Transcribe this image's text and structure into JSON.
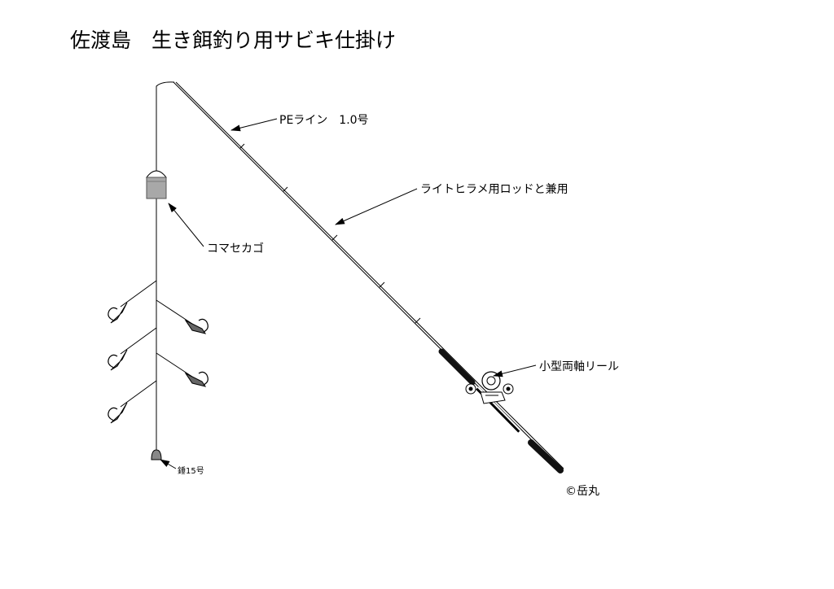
{
  "title": "佐渡島　生き餌釣り用サビキ仕掛け",
  "labels": {
    "pe_line": "PEライン　1.0号",
    "rod": "ライトヒラメ用ロッドと兼用",
    "komase_kago": "コマセカゴ",
    "reel": "小型両軸リール",
    "sinker": "錘15号",
    "copyright": "©岳丸"
  },
  "colors": {
    "line": "#000000",
    "kago": "#a8a8a8",
    "grip": "#111111",
    "sinker": "#888888"
  }
}
